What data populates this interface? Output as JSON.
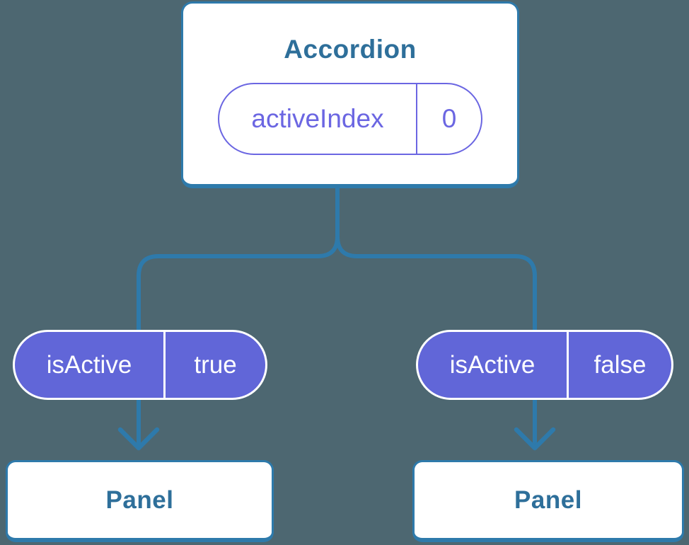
{
  "colors": {
    "background": "#4d6771",
    "connector": "#2e7aab",
    "node_text": "#2e6f9a",
    "purple": "#6b66e2",
    "purple_fill": "#6166d8",
    "card_bg": "#ffffff"
  },
  "diagram": {
    "root": {
      "title": "Accordion",
      "state": {
        "name": "activeIndex",
        "value": "0"
      }
    },
    "props": [
      {
        "name": "isActive",
        "value": "true"
      },
      {
        "name": "isActive",
        "value": "false"
      }
    ],
    "children": [
      {
        "title": "Panel"
      },
      {
        "title": "Panel"
      }
    ]
  }
}
